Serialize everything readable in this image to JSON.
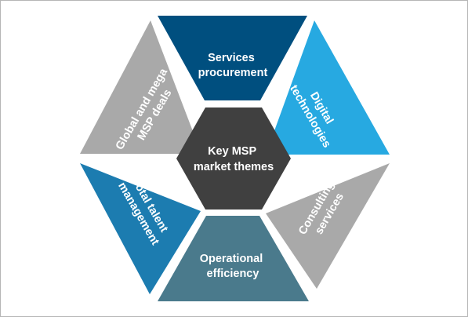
{
  "diagram": {
    "center": {
      "lines": [
        "Key MSP",
        "market themes"
      ],
      "color": "#404040"
    },
    "segments": [
      {
        "id": "top",
        "lines": [
          "Services",
          "procurement"
        ],
        "color": "#004f7f"
      },
      {
        "id": "upper-right",
        "lines": [
          "Digital",
          "technologies"
        ],
        "color": "#27a9e1"
      },
      {
        "id": "lower-right",
        "lines": [
          "Consulting",
          "services"
        ],
        "color": "#a9a9a9"
      },
      {
        "id": "bottom",
        "lines": [
          "Operational",
          "efficiency"
        ],
        "color": "#4a7a8c"
      },
      {
        "id": "lower-left",
        "lines": [
          "Total talent",
          "management"
        ],
        "color": "#1c7cb0"
      },
      {
        "id": "upper-left",
        "lines": [
          "Global and mega",
          "MSP deals"
        ],
        "color": "#a9a9a9"
      }
    ]
  }
}
